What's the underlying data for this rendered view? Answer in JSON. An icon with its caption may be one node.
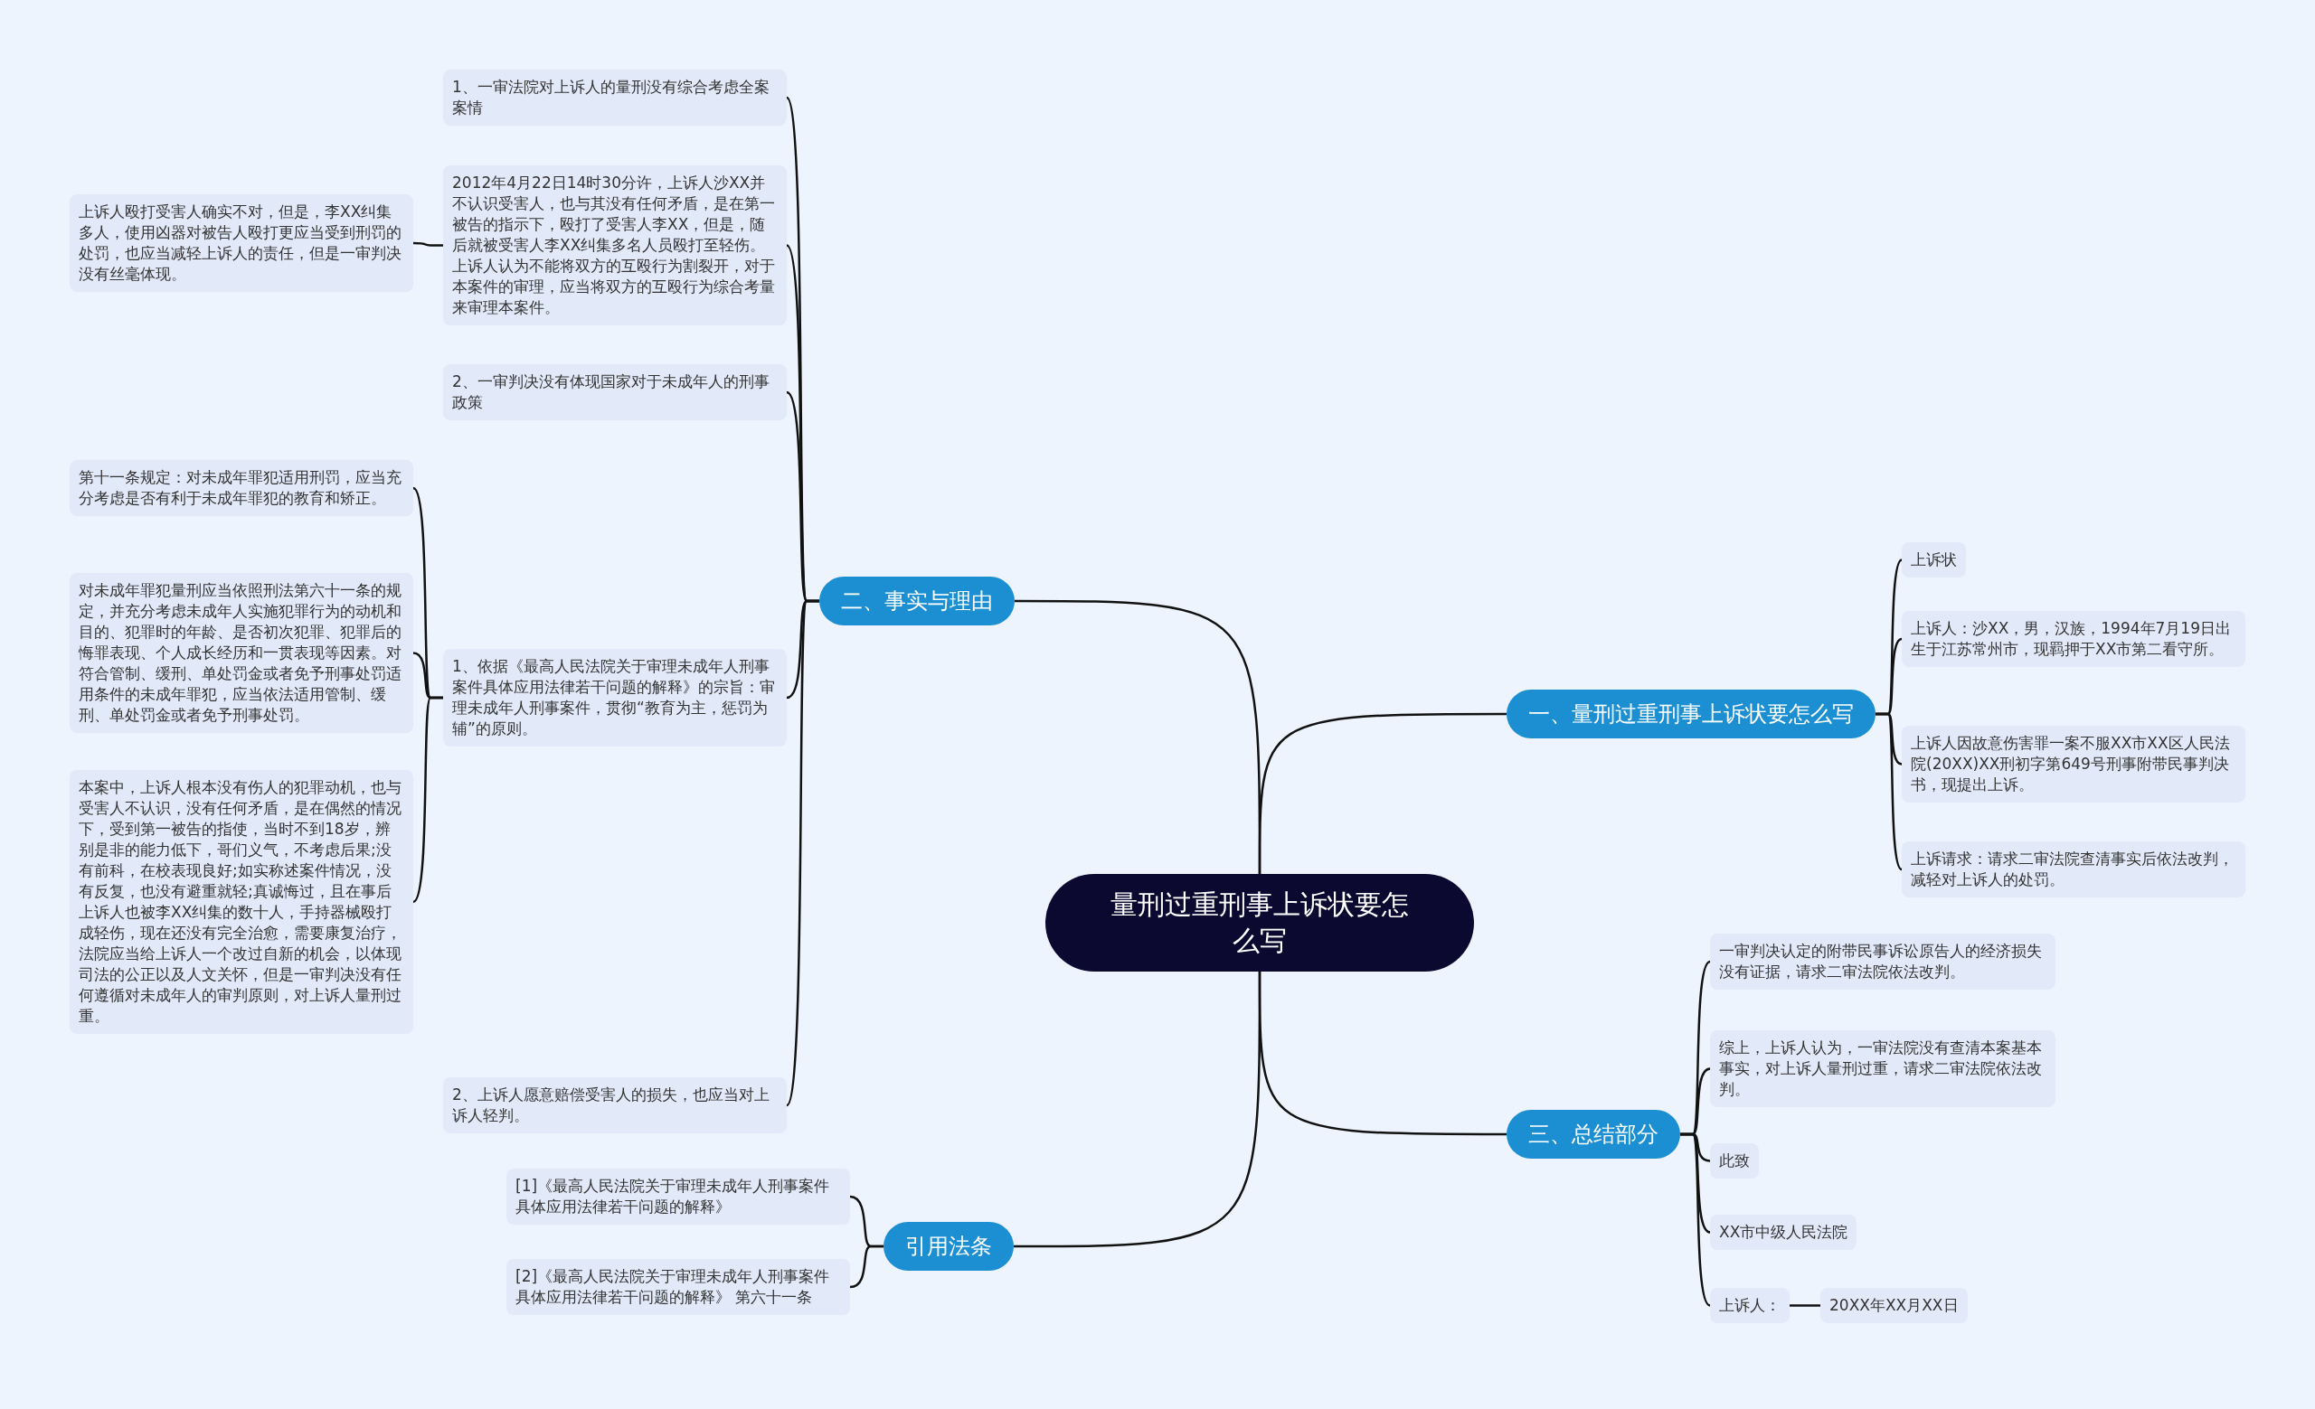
{
  "diagram": {
    "nodes": [
      {
        "text": [
          "量刑过重刑事上诉状要怎么写"
        ]
      },
      {
        "text": [
          "一、量刑过重刑事上诉状要怎么写"
        ]
      },
      {
        "text": [
          "上诉状"
        ]
      },
      {
        "text": [
          "上诉人：沙XX，男，汉族，1994年7月19日出生于江苏常州市，现羁押于XX市第二看守所。"
        ]
      },
      {
        "text": [
          "上诉人因故意伤害罪一案不服XX市XX区人民法院(20XX)XX刑初字第649号刑事附带民事判决书，现提出上诉。"
        ]
      },
      {
        "text": [
          "上诉请求：请求二审法院查清事实后依法改判，减轻对上诉人的处罚。"
        ]
      },
      {
        "text": [
          "二、事实与理由"
        ]
      },
      {
        "text": [
          "1、一审法院对上诉人的量刑没有综合考虑全案案情"
        ]
      },
      {
        "text": [
          "2012年4月22日14时30分许，上诉人沙XX并不认识受害人，也与其没有任何矛盾，是在第一被告的指示下，殴打了受害人李XX，但是，随后就被受害人李XX纠集多名人员殴打至轻伤。上诉人认为不能将双方的互殴行为割裂开，对于本案件的审理，应当将双方的互殴行为综合考量来审理本案件。"
        ]
      },
      {
        "text": [
          "上诉人殴打受害人确实不对，但是，李XX纠集多人，使用凶器对被告人殴打更应当受到刑罚的处罚，也应当减轻上诉人的责任，但是一审判决没有丝毫体现。"
        ]
      },
      {
        "text": [
          "2、一审判决没有体现国家对于未成年人的刑事政策"
        ]
      },
      {
        "text": [
          "1、依据《最高人民法院关于审理未成年人刑事案件具体应用法律若干问题的解释》的宗旨：审理未成年人刑事案件，贯彻“教育为主，惩罚为辅”的原则。"
        ]
      },
      {
        "text": [
          "第十一条规定：对未成年罪犯适用刑罚，应当充分考虑是否有利于未成年罪犯的教育和矫正。"
        ]
      },
      {
        "text": [
          "对未成年罪犯量刑应当依照刑法第六十一条的规定，并充分考虑未成年人实施犯罪行为的动机和目的、犯罪时的年龄、是否初次犯罪、犯罪后的悔罪表现、个人成长经历和一贯表现等因素。对符合管制、缓刑、单处罚金或者免予刑事处罚适用条件的未成年罪犯，应当依法适用管制、缓刑、单处罚金或者免予刑事处罚。"
        ]
      },
      {
        "text": [
          "本案中，上诉人根本没有伤人的犯罪动机，也与受害人不认识，没有任何矛盾，是在偶然的情况下，受到第一被告的指使，当时不到18岁，辨别是非的能力低下，哥们义气，不考虑后果;没有前科，在校表现良好;如实称述案件情况，没有反复，也没有避重就轻;真诚悔过，且在事后上诉人也被李XX纠集的数十人，手持器械殴打成轻伤，现在还没有完全治愈，需要康复治疗，法院应当给上诉人一个改过自新的机会，以体现司法的公正以及人文关怀，但是一审判决没有任何遵循对未成年人的审判原则，对上诉人量刑过重。"
        ]
      },
      {
        "text": [
          "2、上诉人愿意赔偿受害人的损失，也应当对上诉人轻判。"
        ]
      },
      {
        "text": [
          "引用法条"
        ]
      },
      {
        "text": [
          "[1]《最高人民法院关于审理未成年人刑事案件具体应用法律若干问题的解释》"
        ]
      },
      {
        "text": [
          "[2]《最高人民法院关于审理未成年人刑事案件具体应用法律若干问题的解释》 第六十一条"
        ]
      },
      {
        "text": [
          "三、总结部分"
        ]
      },
      {
        "text": [
          "一审判决认定的附带民事诉讼原告人的经济损失没有证据，请求二审法院依法改判。"
        ]
      },
      {
        "text": [
          "综上，上诉人认为，一审法院没有查清本案基本事实，对上诉人量刑过重，请求二审法院依法改判。"
        ]
      },
      {
        "text": [
          "此致"
        ]
      },
      {
        "text": [
          "XX市中级人民法院"
        ]
      },
      {
        "text": [
          "上诉人："
        ]
      },
      {
        "text": [
          "20XX年XX月XX日"
        ]
      }
    ],
    "edges": [
      {
        "from": 0,
        "to": 1,
        "arrow": "none"
      },
      {
        "from": 1,
        "to": 2,
        "arrow": "none"
      },
      {
        "from": 1,
        "to": 3,
        "arrow": "none"
      },
      {
        "from": 1,
        "to": 4,
        "arrow": "none"
      },
      {
        "from": 1,
        "to": 5,
        "arrow": "none"
      },
      {
        "from": 0,
        "to": 6,
        "arrow": "none"
      },
      {
        "from": 6,
        "to": 7,
        "arrow": "none"
      },
      {
        "from": 6,
        "to": 8,
        "arrow": "none"
      },
      {
        "from": 8,
        "to": 9,
        "arrow": "none"
      },
      {
        "from": 6,
        "to": 10,
        "arrow": "none"
      },
      {
        "from": 6,
        "to": 11,
        "arrow": "none"
      },
      {
        "from": 11,
        "to": 12,
        "arrow": "none"
      },
      {
        "from": 11,
        "to": 13,
        "arrow": "none"
      },
      {
        "from": 11,
        "to": 14,
        "arrow": "none"
      },
      {
        "from": 6,
        "to": 15,
        "arrow": "none"
      },
      {
        "from": 0,
        "to": 16,
        "arrow": "none"
      },
      {
        "from": 16,
        "to": 17,
        "arrow": "none"
      },
      {
        "from": 16,
        "to": 18,
        "arrow": "none"
      },
      {
        "from": 0,
        "to": 19,
        "arrow": "none"
      },
      {
        "from": 19,
        "to": 20,
        "arrow": "none"
      },
      {
        "from": 19,
        "to": 21,
        "arrow": "none"
      },
      {
        "from": 19,
        "to": 22,
        "arrow": "none"
      },
      {
        "from": 19,
        "to": 23,
        "arrow": "none"
      },
      {
        "from": 19,
        "to": 24,
        "arrow": "none"
      },
      {
        "from": 24,
        "to": 25,
        "arrow": "none"
      }
    ]
  }
}
